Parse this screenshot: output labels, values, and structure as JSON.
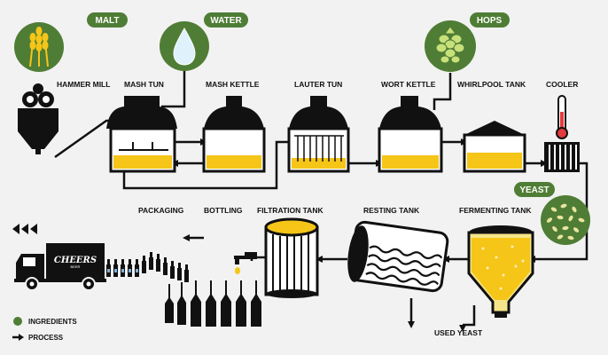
{
  "badges": {
    "malt": "MALT",
    "water": "WATER",
    "hops": "HOPS",
    "yeast": "YEAST"
  },
  "stations": {
    "hammer_mill": "HAMMER MILL",
    "mash_tun": "MASH TUN",
    "mash_kettle": "MASH KETTLE",
    "lauter_tun": "LAUTER TUN",
    "wort_kettle": "WORT KETTLE",
    "whirlpool_tank": "WHIRLPOOL TANK",
    "cooler": "COOLER",
    "fermenting_tank": "FERMENTING TANK",
    "resting_tank": "RESTING TANK",
    "filtration_tank": "FILTRATION TANK",
    "bottling": "BOTTLING",
    "packaging": "PACKAGING",
    "used_yeast": "USED YEAST"
  },
  "truck": {
    "brand": "CHEERS",
    "sub": "BEER"
  },
  "legend": {
    "ingredients": "INGREDIENTS",
    "process": "PROCESS"
  },
  "colors": {
    "ingredient_green": "#4f7d35",
    "beer_yellow": "#f5c518",
    "line_black": "#111111"
  }
}
